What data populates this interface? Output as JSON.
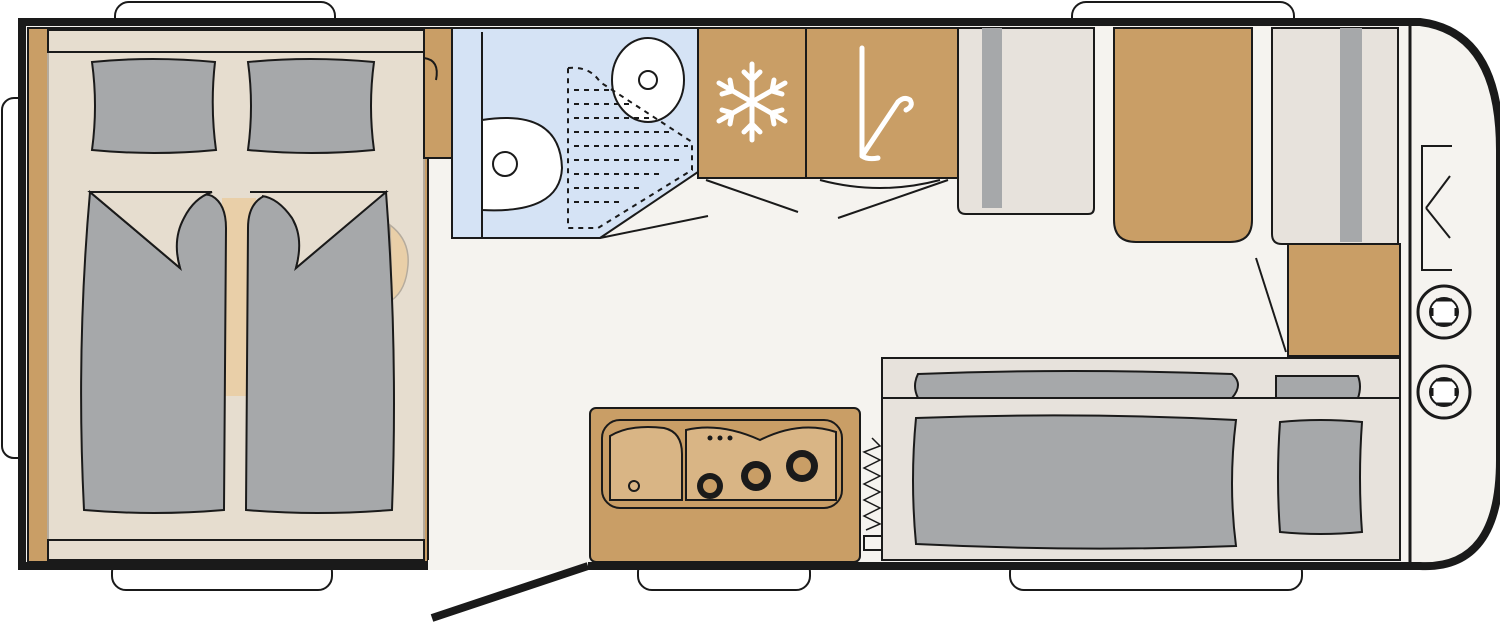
{
  "title": "",
  "colors": {
    "outline": "#1a1a1a",
    "floor": "#f5f3ef",
    "wood": "#c99e66",
    "wood_light": "#e6ddcf",
    "cushion": "#a6a8aa",
    "upholstery": "#e7e2dc",
    "bathroom": "#d5e3f5",
    "window": "#ffffff"
  },
  "areas": [
    {
      "name": "rear-twin-beds",
      "icon": "bed-icon"
    },
    {
      "name": "washroom",
      "icon": "toilet-icon"
    },
    {
      "name": "fridge",
      "icon": "snowflake-icon"
    },
    {
      "name": "wardrobe",
      "icon": "hanger-icon"
    },
    {
      "name": "front-seating",
      "icon": "sofa-icon"
    },
    {
      "name": "kitchen",
      "icon": "hob-icon"
    },
    {
      "name": "entrance-door",
      "icon": "door-icon"
    },
    {
      "name": "drawbar",
      "icon": "gas-bottle-icon"
    }
  ]
}
